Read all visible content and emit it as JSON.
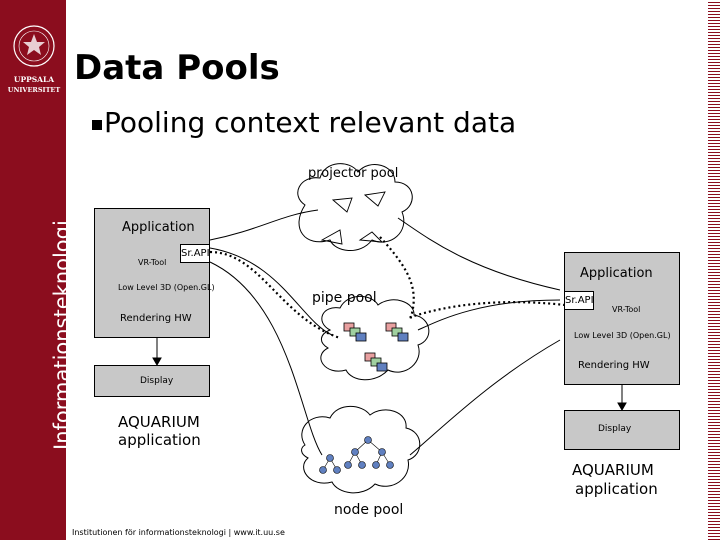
{
  "sidebar": {
    "logo_text": [
      "UPPSALA",
      "UNIVERSITET"
    ],
    "vertical_label": "Informationsteknologi"
  },
  "slide": {
    "title": "Data Pools",
    "bullet": "Pooling context relevant data"
  },
  "diagram": {
    "pools": {
      "projector": "projector pool",
      "pipe": "pipe pool",
      "node": "node pool"
    },
    "left_stack": {
      "application": "Application",
      "srapi": "Sr.API",
      "vrtool": "VR-Tool",
      "lowlevel": "Low Level 3D (Open.GL)",
      "rendering": "Rendering HW",
      "display": "Display",
      "aquarium_line1": "AQUARIUM",
      "aquarium_line2": "application"
    },
    "right_stack": {
      "application": "Application",
      "srapi": "Sr.API",
      "vrtool": "VR-Tool",
      "lowlevel": "Low Level 3D (Open.GL)",
      "rendering": "Rendering HW",
      "display": "Display",
      "aquarium_line1": "AQUARIUM",
      "aquarium_line2": "application"
    }
  },
  "footer": {
    "text": "Institutionen för informationsteknologi | www.it.uu.se"
  },
  "colors": {
    "sidebar": "#8b0d1e",
    "box_fill": "#c8c8c8"
  }
}
